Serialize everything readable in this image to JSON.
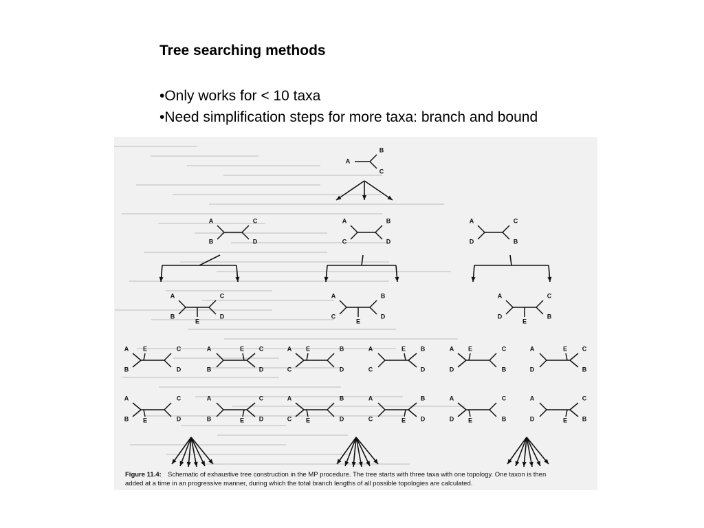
{
  "slide": {
    "title": "Tree searching methods",
    "bullets": [
      "•Only works for < 10 taxa",
      "•Need simplification steps for more taxa: branch and bound"
    ]
  },
  "figure": {
    "caption_label": "Figure 11.4:",
    "caption_line1": "Schematic of exhaustive tree construction in the MP procedure. The tree starts with three taxa with one topology. One taxon is then",
    "caption_line2": "added at a time in an progressive manner, during which the total branch lengths of all possible topologies are calculated.",
    "root_tree": {
      "labels": [
        "A",
        "B",
        "C"
      ]
    },
    "four_taxon_trees": [
      {
        "labels": [
          "A",
          "B",
          "C",
          "D"
        ]
      },
      {
        "labels": [
          "A",
          "C",
          "B",
          "D"
        ]
      },
      {
        "labels": [
          "A",
          "D",
          "C",
          "B"
        ]
      }
    ],
    "five_taxon_center_trees": [
      {
        "labels": [
          "A",
          "B",
          "C",
          "D",
          "E"
        ]
      },
      {
        "labels": [
          "A",
          "C",
          "B",
          "D",
          "E"
        ]
      },
      {
        "labels": [
          "A",
          "D",
          "C",
          "B",
          "E"
        ]
      }
    ],
    "five_taxon_variants": [
      {
        "labels": [
          "A",
          "B",
          "C",
          "D",
          "E"
        ]
      },
      {
        "labels": [
          "A",
          "B",
          "E",
          "C",
          "D"
        ]
      },
      {
        "labels": [
          "A",
          "C",
          "E",
          "B",
          "D"
        ]
      },
      {
        "labels": [
          "A",
          "C",
          "E",
          "B",
          "D"
        ]
      },
      {
        "labels": [
          "A",
          "D",
          "E",
          "C",
          "B"
        ]
      },
      {
        "labels": [
          "A",
          "D",
          "E",
          "C",
          "B"
        ]
      },
      {
        "labels": [
          "A",
          "B",
          "C",
          "D",
          "E"
        ]
      },
      {
        "labels": [
          "A",
          "B",
          "C",
          "D",
          "E"
        ]
      },
      {
        "labels": [
          "A",
          "C",
          "B",
          "D",
          "E"
        ]
      },
      {
        "labels": [
          "A",
          "C",
          "B",
          "D",
          "E"
        ]
      },
      {
        "labels": [
          "A",
          "D",
          "C",
          "B",
          "E"
        ]
      },
      {
        "labels": [
          "A",
          "D",
          "C",
          "B",
          "E"
        ]
      }
    ]
  }
}
